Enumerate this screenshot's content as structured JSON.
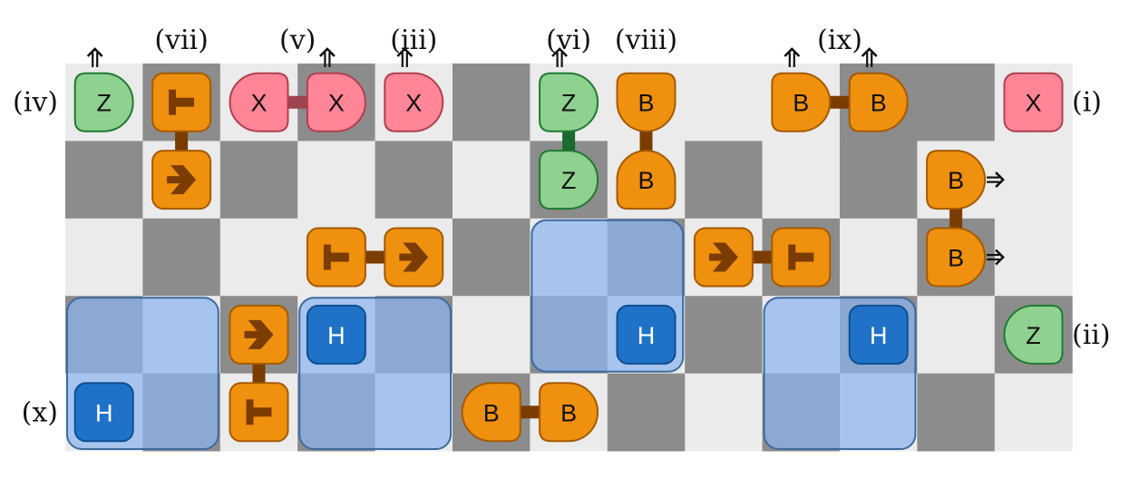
{
  "board": {
    "columns": 13,
    "rows": 5,
    "dark_color": "#8c8c8c",
    "light_color": "#ebebeb",
    "dark_squares": [
      [
        0,
        1
      ],
      [
        0,
        3
      ],
      [
        0,
        5
      ],
      [
        0,
        10
      ],
      [
        0,
        11
      ],
      [
        1,
        0
      ],
      [
        1,
        2
      ],
      [
        1,
        4
      ],
      [
        1,
        6
      ],
      [
        1,
        8
      ],
      [
        1,
        10
      ],
      [
        2,
        1
      ],
      [
        2,
        5
      ],
      [
        2,
        7
      ],
      [
        2,
        9
      ],
      [
        2,
        11
      ],
      [
        3,
        0
      ],
      [
        3,
        2
      ],
      [
        3,
        4
      ],
      [
        3,
        6
      ],
      [
        3,
        8
      ],
      [
        3,
        10
      ],
      [
        3,
        12
      ],
      [
        4,
        1
      ],
      [
        4,
        3
      ],
      [
        4,
        5
      ],
      [
        4,
        7
      ],
      [
        4,
        9
      ],
      [
        4,
        11
      ]
    ]
  },
  "colors": {
    "orange_fill": "#f0900f",
    "orange_stroke": "#a55a00",
    "orange_glyph": "#7a3c00",
    "orange_link": "#7a3c00",
    "pink_fill": "#ff8597",
    "pink_stroke": "#b04050",
    "pink_link": "#9e4450",
    "green_fill": "#8fd18f",
    "green_stroke": "#1f7a32",
    "green_link": "#1a6b2e",
    "blue_fill": "#1f72c8",
    "blue_stroke": "#0f4f91",
    "patch_fill": "#8bb4ee",
    "patch_stroke": "#3d6aa0",
    "arrow": "#111111"
  },
  "labels": [
    {
      "text": "(vii)",
      "anchor": "top",
      "col": 1.5
    },
    {
      "text": "(v)",
      "anchor": "top",
      "col": 3.0
    },
    {
      "text": "(iii)",
      "anchor": "top",
      "col": 4.5
    },
    {
      "text": "(vi)",
      "anchor": "top",
      "col": 6.5
    },
    {
      "text": "(viii)",
      "anchor": "top",
      "col": 7.5
    },
    {
      "text": "(ix)",
      "anchor": "top",
      "col": 10.0
    },
    {
      "text": "(iv)",
      "anchor": "left",
      "row": 0
    },
    {
      "text": "(x)",
      "anchor": "left",
      "row": 4
    },
    {
      "text": "(i)",
      "anchor": "right",
      "row": 0
    },
    {
      "text": "(ii)",
      "anchor": "right",
      "row": 3
    }
  ],
  "patches": [
    {
      "name": "patch-x",
      "col": 0,
      "row": 3,
      "w": 2,
      "h": 2
    },
    {
      "name": "patch-center-left",
      "col": 3,
      "row": 3,
      "w": 2,
      "h": 2
    },
    {
      "name": "patch-center",
      "col": 6,
      "row": 2,
      "w": 2,
      "h": 2
    },
    {
      "name": "patch-right",
      "col": 9,
      "row": 3,
      "w": 2,
      "h": 2
    }
  ],
  "pieces": [
    {
      "id": "p1",
      "kind": "Z",
      "col": 0,
      "row": 0,
      "arrow": "up"
    },
    {
      "id": "p2",
      "kind": "cnot-control",
      "col": 1,
      "row": 0
    },
    {
      "id": "p3",
      "kind": "cnot-target",
      "col": 1,
      "row": 1
    },
    {
      "id": "p4",
      "kind": "X-left",
      "col": 2,
      "row": 0
    },
    {
      "id": "p5",
      "kind": "X",
      "col": 3,
      "row": 0,
      "arrow": "up"
    },
    {
      "id": "p6",
      "kind": "X",
      "col": 4,
      "row": 0,
      "arrow": "up"
    },
    {
      "id": "p7",
      "kind": "Z",
      "col": 6,
      "row": 0,
      "arrow": "up"
    },
    {
      "id": "p8",
      "kind": "Z",
      "col": 6,
      "row": 1
    },
    {
      "id": "p9",
      "kind": "B-down",
      "col": 7,
      "row": 0
    },
    {
      "id": "p10",
      "kind": "B-up",
      "col": 7,
      "row": 1
    },
    {
      "id": "p11",
      "kind": "B",
      "col": 9,
      "row": 0,
      "arrow": "up"
    },
    {
      "id": "p12",
      "kind": "B",
      "col": 10,
      "row": 0,
      "arrow": "up"
    },
    {
      "id": "p13",
      "kind": "X-rounded",
      "col": 12,
      "row": 0
    },
    {
      "id": "p14",
      "kind": "B",
      "col": 11,
      "row": 1,
      "arrow": "right"
    },
    {
      "id": "p15",
      "kind": "B",
      "col": 11,
      "row": 2,
      "arrow": "right"
    },
    {
      "id": "p16",
      "kind": "cnot-control",
      "col": 3,
      "row": 2
    },
    {
      "id": "p17",
      "kind": "cnot-target",
      "col": 4,
      "row": 2
    },
    {
      "id": "p18",
      "kind": "cnot-target",
      "col": 8,
      "row": 2
    },
    {
      "id": "p19",
      "kind": "cnot-control",
      "col": 9,
      "row": 2
    },
    {
      "id": "p20",
      "kind": "cnot-target",
      "col": 2,
      "row": 3
    },
    {
      "id": "p21",
      "kind": "cnot-control",
      "col": 2,
      "row": 4
    },
    {
      "id": "p22",
      "kind": "Z-flip",
      "col": 12,
      "row": 3
    },
    {
      "id": "p23",
      "kind": "B-left",
      "col": 5,
      "row": 4
    },
    {
      "id": "p24",
      "kind": "B",
      "col": 6,
      "row": 4
    },
    {
      "id": "p25",
      "kind": "H",
      "col": 0,
      "row": 4
    },
    {
      "id": "p26",
      "kind": "H",
      "col": 3,
      "row": 3
    },
    {
      "id": "p27",
      "kind": "H",
      "col": 7,
      "row": 3
    },
    {
      "id": "p28",
      "kind": "H",
      "col": 10,
      "row": 3
    }
  ],
  "links": [
    {
      "from": "p2",
      "to": "p3",
      "color": "orange"
    },
    {
      "from": "p4",
      "to": "p5",
      "color": "pink"
    },
    {
      "from": "p7",
      "to": "p8",
      "color": "green"
    },
    {
      "from": "p9",
      "to": "p10",
      "color": "orange"
    },
    {
      "from": "p11",
      "to": "p12",
      "color": "orange"
    },
    {
      "from": "p14",
      "to": "p15",
      "color": "orange"
    },
    {
      "from": "p16",
      "to": "p17",
      "color": "orange"
    },
    {
      "from": "p18",
      "to": "p19",
      "color": "orange"
    },
    {
      "from": "p20",
      "to": "p21",
      "color": "orange"
    },
    {
      "from": "p23",
      "to": "p24",
      "color": "orange"
    }
  ],
  "letters": {
    "Z": "Z",
    "X": "X",
    "B": "B",
    "H": "H"
  }
}
